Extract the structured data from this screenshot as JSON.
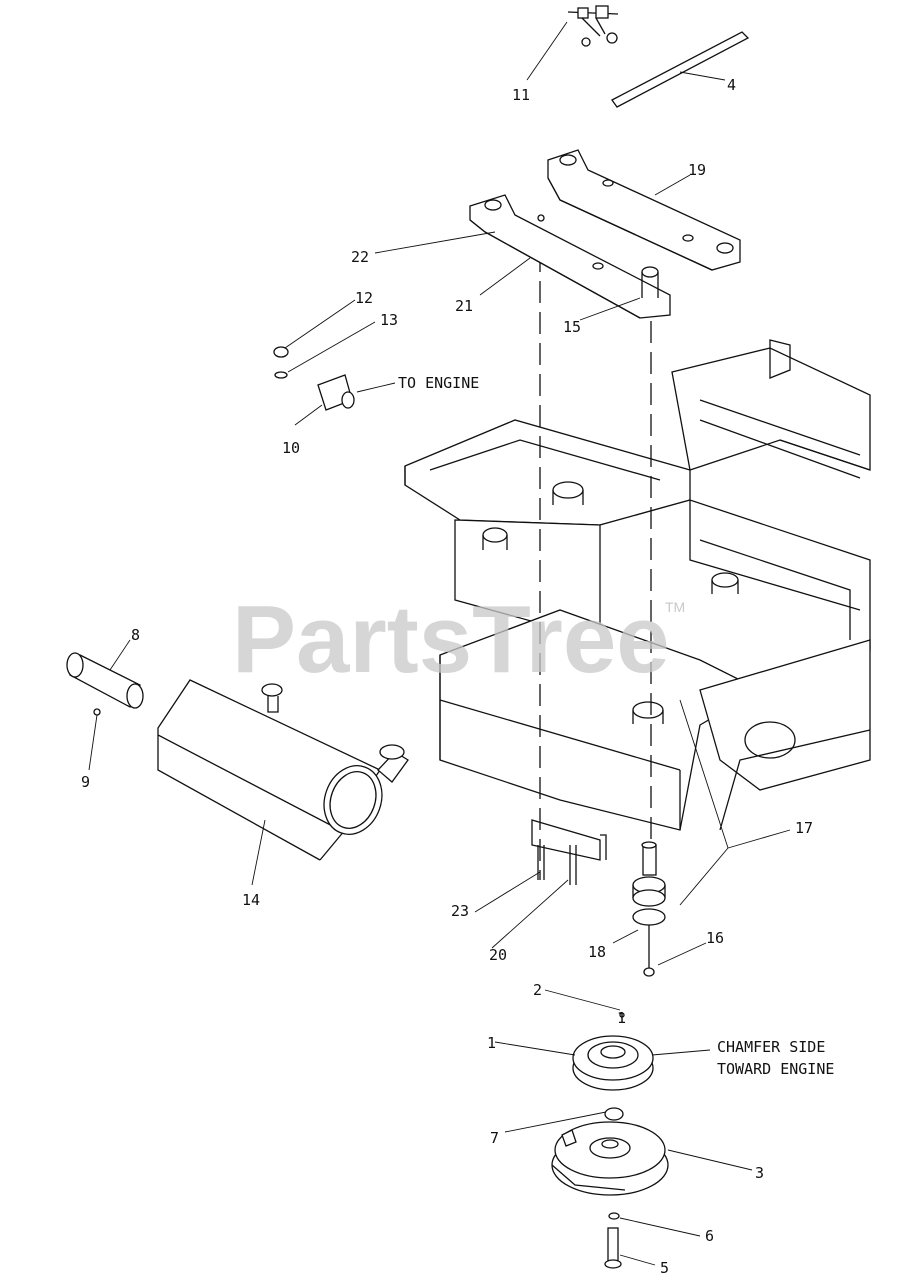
{
  "watermark": {
    "text": "PartsTree",
    "trademark": "TM"
  },
  "callouts": [
    {
      "id": "c1",
      "label": "1"
    },
    {
      "id": "c2",
      "label": "2"
    },
    {
      "id": "c3",
      "label": "3"
    },
    {
      "id": "c4",
      "label": "4"
    },
    {
      "id": "c5",
      "label": "5"
    },
    {
      "id": "c6",
      "label": "6"
    },
    {
      "id": "c7",
      "label": "7"
    },
    {
      "id": "c8",
      "label": "8"
    },
    {
      "id": "c9",
      "label": "9"
    },
    {
      "id": "c10",
      "label": "10"
    },
    {
      "id": "c11",
      "label": "11"
    },
    {
      "id": "c12",
      "label": "12"
    },
    {
      "id": "c13",
      "label": "13"
    },
    {
      "id": "c14",
      "label": "14"
    },
    {
      "id": "c15",
      "label": "15"
    },
    {
      "id": "c16",
      "label": "16"
    },
    {
      "id": "c17",
      "label": "17"
    },
    {
      "id": "c18",
      "label": "18"
    },
    {
      "id": "c19",
      "label": "19"
    },
    {
      "id": "c20",
      "label": "20"
    },
    {
      "id": "c21",
      "label": "21"
    },
    {
      "id": "c22",
      "label": "22"
    },
    {
      "id": "c23",
      "label": "23"
    }
  ],
  "notes": {
    "to_engine": "TO ENGINE",
    "chamfer_line1": "CHAMFER SIDE",
    "chamfer_line2": "TOWARD ENGINE"
  }
}
